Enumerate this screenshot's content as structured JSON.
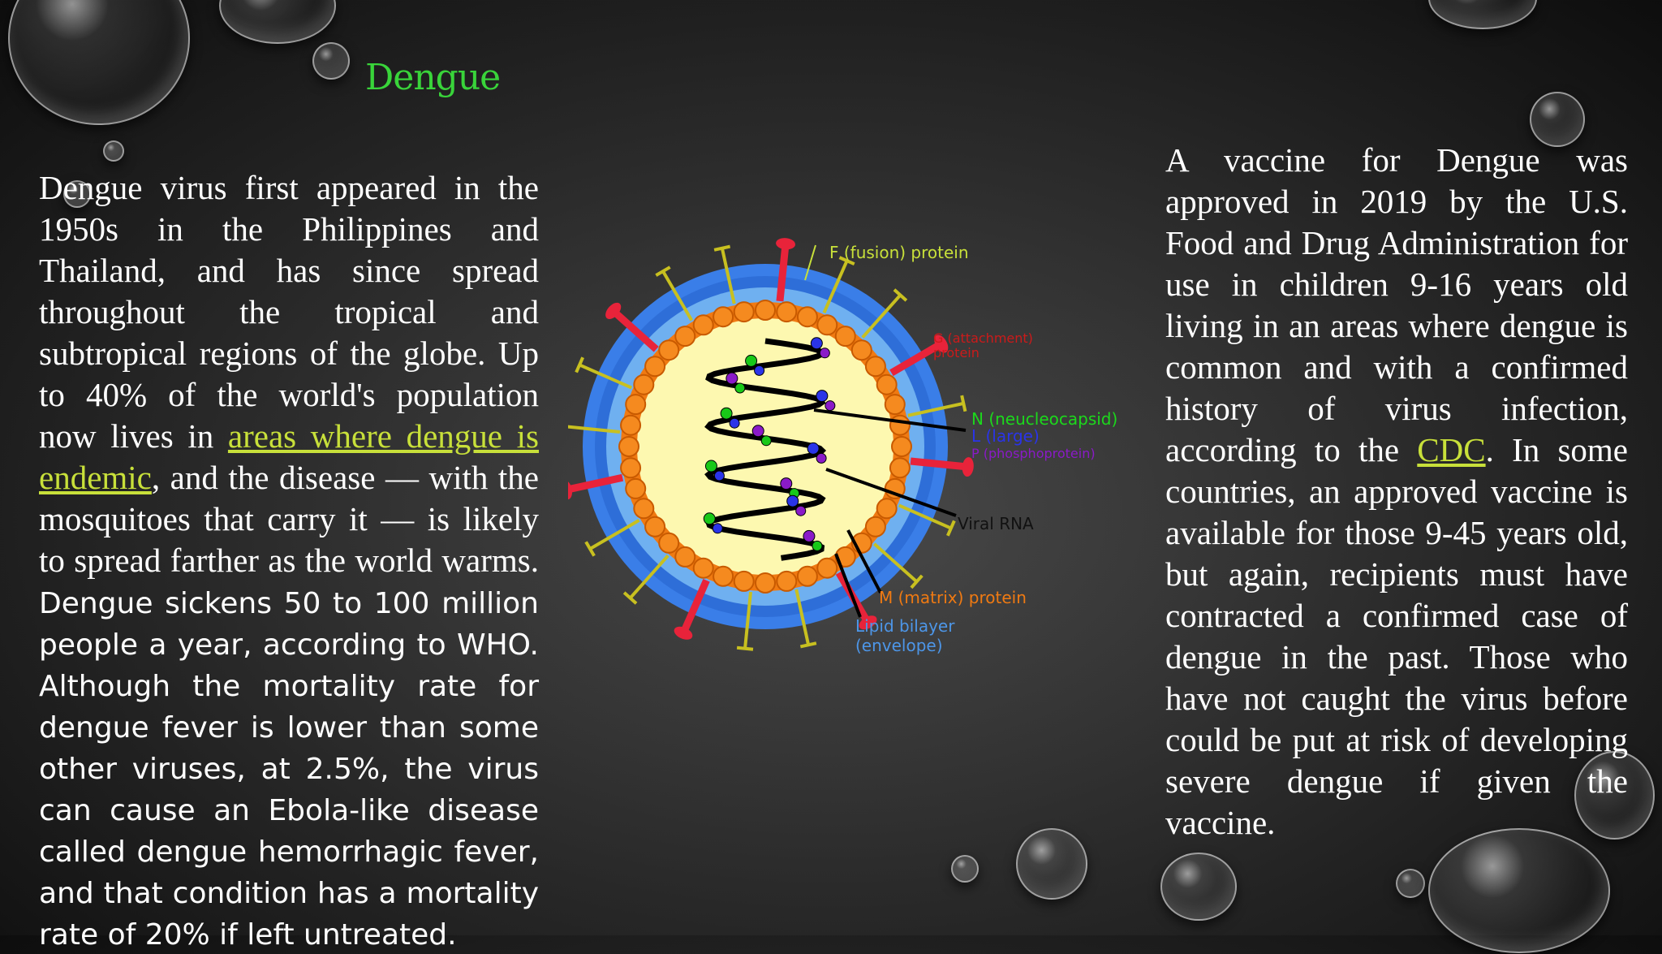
{
  "title": "Dengue",
  "left": {
    "p1": "Dengue virus first appeared in the 1950s in the Philippines and Thailand, and has since spread throughout the tropical and subtropical regions of the globe. Up to 40% of the world's population now lives in ",
    "link": "areas where dengue is endemic",
    "p2": ", and the disease — with the mosquitoes that carry it — is likely to spread farther as the world warms. ",
    "p3": "Dengue sickens 50 to 100 million people a year, according to WHO. Although the mortality rate for dengue fever is lower than some other viruses, at 2.5%, the virus can cause an Ebola-like disease called dengue hemorrhagic fever, and that condition has a mortality rate of 20% if left untreated."
  },
  "right": {
    "p1": "A vaccine for Dengue was approved in 2019 by the U.S. Food and Drug Administration for use in children 9-16 years old living in an areas where dengue is common and with a confirmed history of virus infection, according to the ",
    "link": "CDC",
    "p2": ". In some countries, an approved vaccine is available for those 9-45 years old, but again, recipients must have contracted a confirmed case of dengue in the past. Those who have not caught the virus before could be put at risk of developing severe dengue if given the vaccine."
  },
  "diagram": {
    "fusion": "F (fusion) protein",
    "g1": "G (attachment)",
    "g2": "protein",
    "n": "N (neucleocapsid)",
    "l": "L (large)",
    "p": "P (phosphoprotein)",
    "rna": "Viral RNA",
    "m": "M (matrix) protein",
    "lipid1": "Lipid bilayer",
    "lipid2": "(envelope)"
  },
  "colors": {
    "title": "#39d43a",
    "link": "#c8e03a"
  }
}
